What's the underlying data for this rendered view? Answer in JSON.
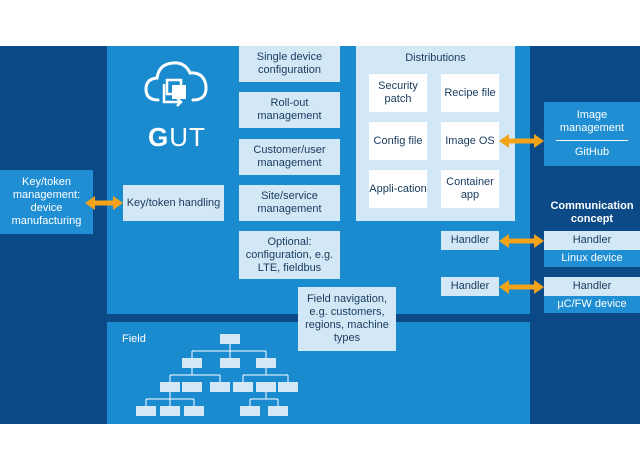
{
  "gut": {
    "bold_letter": "G",
    "rest": "UT"
  },
  "features": [
    "Single device configuration",
    "Roll-out management",
    "Customer/user management",
    "Site/service management",
    "Optional: configuration, e.g. LTE, fieldbus"
  ],
  "distributions": {
    "title": "Distributions",
    "items": [
      "Security patch",
      "Recipe file",
      "Config file",
      "Image OS",
      "Appli-cation",
      "Container app"
    ]
  },
  "key_token_handling": "Key/token handling",
  "key_token_management": "Key/token management: device manufacturing",
  "image_management": {
    "title": "Image management",
    "sub": "GitHub"
  },
  "communication_concept": "Communication concept",
  "handlers": [
    {
      "left": "Handler",
      "right": "Handler",
      "device": "Linux device"
    },
    {
      "left": "Handler",
      "right": "Handler",
      "device": "µC/FW device"
    }
  ],
  "field_navigation": "Field navigation, e.g. customers, regions, machine types",
  "field_label": "Field",
  "colors": {
    "dark_navy": "#0b4a86",
    "panel_blue": "#1b8bd0",
    "light_box": "#d3e8f6",
    "arrow_orange": "#f5a21b"
  },
  "icons": [
    "cloud-sync-icon"
  ]
}
